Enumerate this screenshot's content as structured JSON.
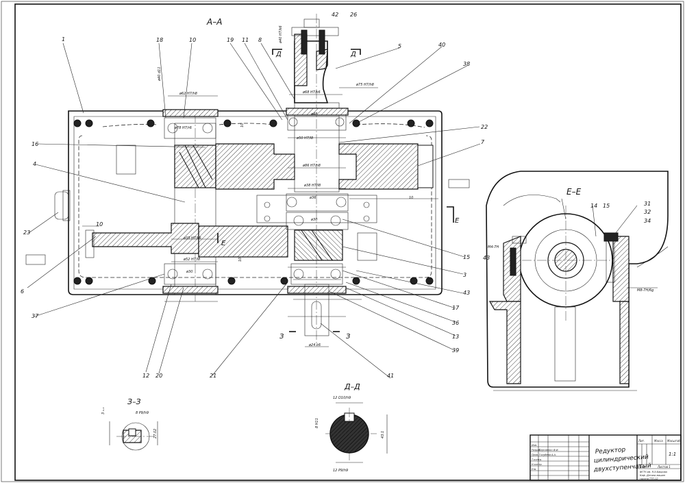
{
  "views": {
    "main": "А–А",
    "side": "Е–Е",
    "section_z": "З–З",
    "section_d": "Д–Д"
  },
  "cut_marks": {
    "d_left": "Д",
    "d_right": "Д",
    "e_top": "Е",
    "e_bottom": "Е",
    "z_left": "З",
    "z_right": "З"
  },
  "part_numbers": [
    {
      "text": "1"
    },
    {
      "text": "18"
    },
    {
      "text": "10"
    },
    {
      "text": "19"
    },
    {
      "text": "11"
    },
    {
      "text": "8"
    },
    {
      "text": "42"
    },
    {
      "text": "26"
    },
    {
      "text": "5"
    },
    {
      "text": "40"
    },
    {
      "text": "38"
    },
    {
      "text": "16"
    },
    {
      "text": "4"
    },
    {
      "text": "22"
    },
    {
      "text": "7"
    },
    {
      "text": "23"
    },
    {
      "text": "10"
    },
    {
      "text": "6"
    },
    {
      "text": "37"
    },
    {
      "text": "12"
    },
    {
      "text": "20"
    },
    {
      "text": "21"
    },
    {
      "text": "41"
    },
    {
      "text": "15"
    },
    {
      "text": "3"
    },
    {
      "text": "43"
    },
    {
      "text": "17"
    },
    {
      "text": "36"
    },
    {
      "text": "13"
    },
    {
      "text": "39"
    },
    {
      "text": "14"
    },
    {
      "text": "15"
    },
    {
      "text": "31"
    },
    {
      "text": "32"
    },
    {
      "text": "34"
    },
    {
      "text": "43"
    }
  ],
  "dimensions": {
    "d1": "ø40 H7/k6",
    "d2": "ø62 H7/h8",
    "d3": "ø75 H7/h8",
    "d4": "ø78 H7/r6",
    "d5": "ø68 H7/k6",
    "d6": "ø50 H7/l8",
    "d7": "ø86 H7/h8",
    "d8": "ø48",
    "d9": "ø38 H7/l8",
    "d10": "ø36",
    "d11": "ø30",
    "d12": "ø35 H7/k6",
    "d13": "ø52 H7/l8",
    "d14": "ø30",
    "d15": "ø24 k6",
    "d16": "ø40 d11",
    "d17": "M8-7H/6g",
    "d18": "M4-7H",
    "d19": "10",
    "d20": "10",
    "d21": "10",
    "dz1": "8 P9/h9",
    "dz2": "27.02",
    "dz3": "3 ₀.₁",
    "dd1": "12 D10/h9",
    "dd2": "12 P9/h9",
    "dd3": "43.1",
    "dd4": "8 H11"
  },
  "title_block": {
    "name_line1": "Редуктор",
    "name_line2": "цилиндрический",
    "name_line3": "двухступенчатый",
    "col_lit": "Лит.",
    "col_mass": "Масса",
    "col_scale": "Масштаб",
    "scale": "1:1",
    "sheet": "Лист",
    "sheets": "Листов 1",
    "org1": "ФГТУ им. Я.Э.Бакрова",
    "org2": "Каф. Детали машин",
    "org3": "группа ТТП-12",
    "roles": [
      "Изм.",
      "Разраб.",
      "Пров.",
      "Т.контр.",
      "Н.контр.",
      "Утв."
    ],
    "people": [
      "",
      "Сергиенко Ф.И.",
      "Голубева А.А.",
      "",
      "",
      ""
    ]
  },
  "colors": {
    "ink": "#111111",
    "paper": "#ffffff",
    "section_fill": "#222222"
  }
}
